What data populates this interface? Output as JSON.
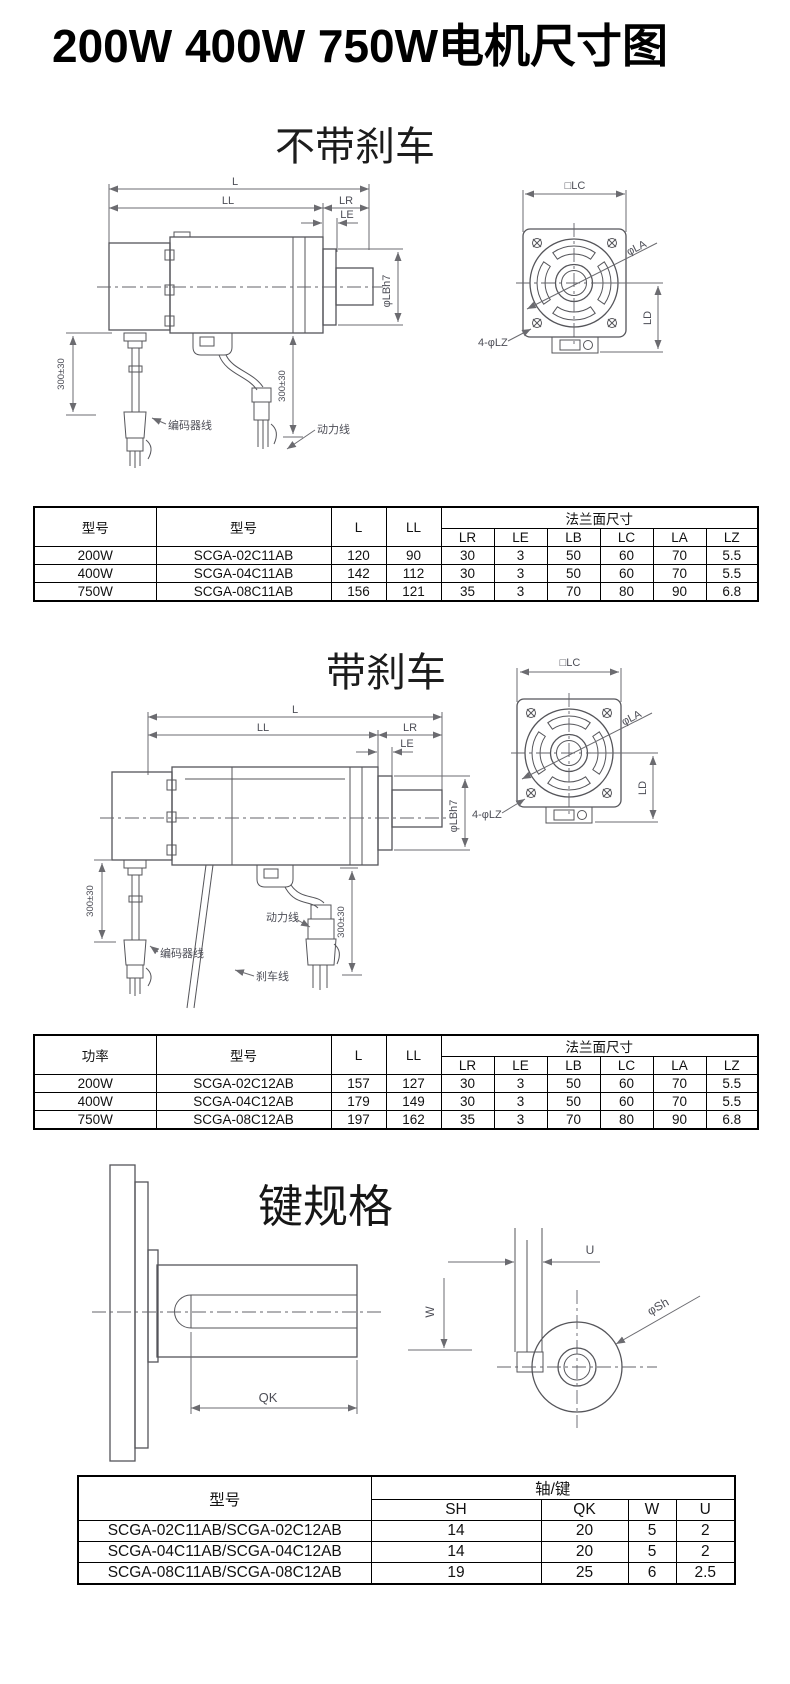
{
  "title": "200W 400W 750W电机尺寸图",
  "sections": {
    "no_brake": {
      "heading": "不带刹车"
    },
    "with_brake": {
      "heading": "带刹车"
    },
    "key_spec": {
      "heading": "键规格"
    }
  },
  "dims": {
    "L": "L",
    "LL": "LL",
    "LR": "LR",
    "LE": "LE",
    "LB": "φLBh7",
    "LC": "□LC",
    "LA": "φLA",
    "LD": "LD",
    "LZ": "4-φLZ",
    "cable_len": "300±30",
    "encoder_cable": "编码器线",
    "power_cable": "动力线",
    "brake_cable": "刹车线",
    "QK": "QK",
    "U": "U",
    "W": "W",
    "Sh": "φSh"
  },
  "table_no_brake": {
    "col_model1": "型号",
    "col_model2": "型号",
    "col_l": "L",
    "col_ll": "LL",
    "col_flange_group": "法兰面尺寸",
    "flange_cols": [
      "LR",
      "LE",
      "LB",
      "LC",
      "LA",
      "LZ"
    ],
    "rows": [
      [
        "200W",
        "SCGA-02C11AB",
        "120",
        "90",
        "30",
        "3",
        "50",
        "60",
        "70",
        "5.5"
      ],
      [
        "400W",
        "SCGA-04C11AB",
        "142",
        "112",
        "30",
        "3",
        "50",
        "60",
        "70",
        "5.5"
      ],
      [
        "750W",
        "SCGA-08C11AB",
        "156",
        "121",
        "35",
        "3",
        "70",
        "80",
        "90",
        "6.8"
      ]
    ]
  },
  "table_with_brake": {
    "col_power": "功率",
    "col_model": "型号",
    "col_l": "L",
    "col_ll": "LL",
    "col_flange_group": "法兰面尺寸",
    "flange_cols": [
      "LR",
      "LE",
      "LB",
      "LC",
      "LA",
      "LZ"
    ],
    "rows": [
      [
        "200W",
        "SCGA-02C12AB",
        "157",
        "127",
        "30",
        "3",
        "50",
        "60",
        "70",
        "5.5"
      ],
      [
        "400W",
        "SCGA-04C12AB",
        "179",
        "149",
        "30",
        "3",
        "50",
        "60",
        "70",
        "5.5"
      ],
      [
        "750W",
        "SCGA-08C12AB",
        "197",
        "162",
        "35",
        "3",
        "70",
        "80",
        "90",
        "6.8"
      ]
    ]
  },
  "table_key": {
    "col_model": "型号",
    "col_group": "轴/键",
    "sub_cols": [
      "SH",
      "QK",
      "W",
      "U"
    ],
    "rows": [
      [
        "SCGA-02C11AB/SCGA-02C12AB",
        "14",
        "20",
        "5",
        "2"
      ],
      [
        "SCGA-04C11AB/SCGA-04C12AB",
        "14",
        "20",
        "5",
        "2"
      ],
      [
        "SCGA-08C11AB/SCGA-08C12AB",
        "19",
        "25",
        "6",
        "2.5"
      ]
    ]
  }
}
